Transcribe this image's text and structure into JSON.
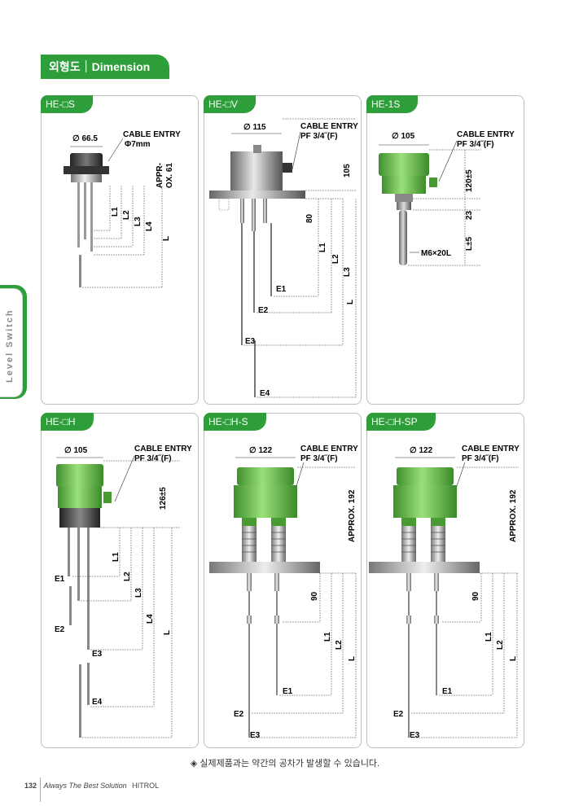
{
  "header": {
    "title": "외형도｜Dimension"
  },
  "side_tab": {
    "label": "Level Switch"
  },
  "panels": [
    {
      "tab": "HE-□S",
      "dia": "∅ 66.5",
      "cable": "CABLE ENTRY",
      "cable2": "Φ7mm",
      "approx": "APPR-",
      "approx2": "OX. 61",
      "dims": [
        "L1",
        "L2",
        "L3",
        "L4",
        "L"
      ]
    },
    {
      "tab": "HE-□V",
      "dia": "∅ 115",
      "cable": "CABLE ENTRY",
      "cable2": "PF 3/4˝(F)",
      "h1": "105",
      "h2": "80",
      "dims": [
        "L1",
        "L2",
        "L3",
        "L"
      ],
      "e": [
        "E1",
        "E2",
        "E3",
        "E4"
      ]
    },
    {
      "tab": "HE-1S",
      "dia": "∅ 105",
      "cable": "CABLE ENTRY",
      "cable2": "PF 3/4˝(F)",
      "h1": "120±5",
      "h2": "23",
      "h3": "L±5",
      "thread": "M6×20L"
    },
    {
      "tab": "HE-□H",
      "dia": "∅ 105",
      "cable": "CABLE ENTRY",
      "cable2": "PF 3/4˝(F)",
      "h1": "126±5",
      "dims": [
        "L1",
        "L2",
        "L3",
        "L4",
        "L"
      ],
      "e": [
        "E1",
        "E2",
        "E3",
        "E4"
      ]
    },
    {
      "tab": "HE-□H-S",
      "dia": "∅ 122",
      "cable": "CABLE ENTRY",
      "cable2": "PF 3/4˝(F)",
      "h1": "APPROX. 192",
      "h2": "90",
      "dims": [
        "L1",
        "L2",
        "L"
      ],
      "e": [
        "E1",
        "E2",
        "E3"
      ]
    },
    {
      "tab": "HE-□H-SP",
      "dia": "∅ 122",
      "cable": "CABLE ENTRY",
      "cable2": "PF 3/4˝(F)",
      "h1": "APPROX. 192",
      "h2": "90",
      "dims": [
        "L1",
        "L2",
        "L"
      ],
      "e": [
        "E1",
        "E2",
        "E3"
      ]
    }
  ],
  "note": "◈ 실제제품과는 약간의 공차가 발생할 수 있습니다.",
  "footer": {
    "page": "132",
    "slogan": "Always The Best Solution",
    "brand": "HITROL"
  }
}
